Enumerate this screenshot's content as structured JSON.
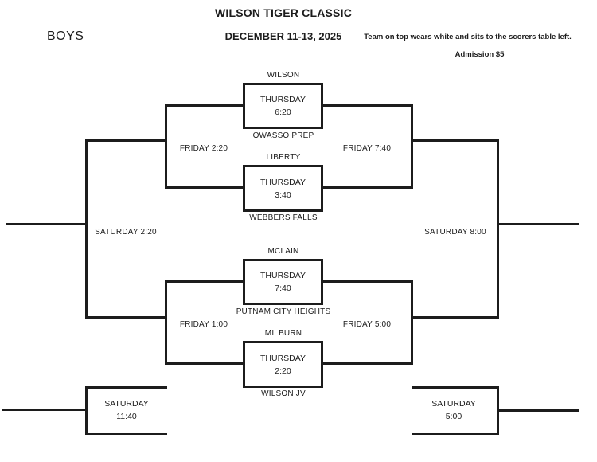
{
  "header": {
    "title": "WILSON TIGER CLASSIC",
    "dates": "DECEMBER 11-13, 2025",
    "division": "BOYS",
    "note_uniform": "Team on top wears white and sits to the scorers table left.",
    "note_admission": "Admission $5"
  },
  "bracket": {
    "games": [
      {
        "top_team": "WILSON",
        "day": "THURSDAY",
        "time": "6:20",
        "bottom_team": "OWASSO PREP"
      },
      {
        "top_team": "LIBERTY",
        "day": "THURSDAY",
        "time": "3:40",
        "bottom_team": "WEBBERS FALLS"
      },
      {
        "top_team": "MCLAIN",
        "day": "THURSDAY",
        "time": "7:40",
        "bottom_team": "PUTNAM CITY HEIGHTS"
      },
      {
        "top_team": "MILBURN",
        "day": "THURSDAY",
        "time": "2:20",
        "bottom_team": "WILSON JV"
      }
    ],
    "rounds": {
      "left_semi_top": "FRIDAY 2:20",
      "left_semi_bottom": "FRIDAY 1:00",
      "right_semi_top": "FRIDAY 7:40",
      "right_semi_bottom": "FRIDAY 5:00",
      "left_final": "SATURDAY 2:20",
      "right_final": "SATURDAY 8:00"
    },
    "extra_games": {
      "bottom_left": {
        "day": "SATURDAY",
        "time": "11:40"
      },
      "bottom_right": {
        "day": "SATURDAY",
        "time": "5:00"
      }
    }
  },
  "colors": {
    "line": "#1c1c1c",
    "text": "#1c1c1c",
    "background": "#ffffff"
  }
}
